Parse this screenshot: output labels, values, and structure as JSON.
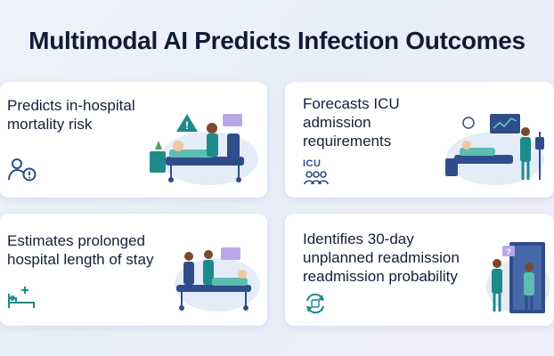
{
  "header": {
    "title": "Multimodal AI Predicts Infection Outcomes"
  },
  "cards": [
    {
      "title_line1": "Predicts in-hospital",
      "title_line2": "mortality risk",
      "icon": "person-alert-icon"
    },
    {
      "title_line1": "Forecasts ICU",
      "title_line2": "admission",
      "title_line3": "requirements",
      "icon": "icu-group-icon",
      "icon_text": "ICU"
    },
    {
      "title_line1": "Estimates prolonged",
      "title_line2": "hospital length of stay",
      "icon": "hospital-bed-icon"
    },
    {
      "title_line1": "Identifies 30-day",
      "title_line2": "unplanned readmission",
      "title_line3": "readmission probability",
      "icon": "readmission-cycle-icon"
    }
  ],
  "colors": {
    "accent": "#2f4d8a",
    "teal": "#1f8a8a",
    "title": "#0f1c33"
  }
}
